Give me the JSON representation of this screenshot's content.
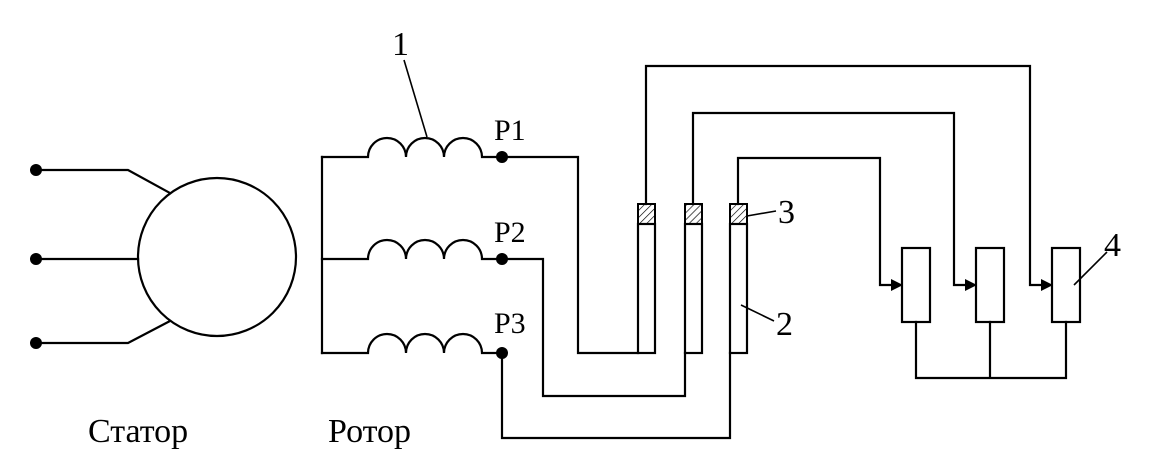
{
  "labels": {
    "stator": "Статор",
    "rotor": "Ротор",
    "terminal_p1": "P1",
    "terminal_p2": "P2",
    "terminal_p3": "P3",
    "callout_1": "1",
    "callout_2": "2",
    "callout_3": "3",
    "callout_4": "4"
  }
}
